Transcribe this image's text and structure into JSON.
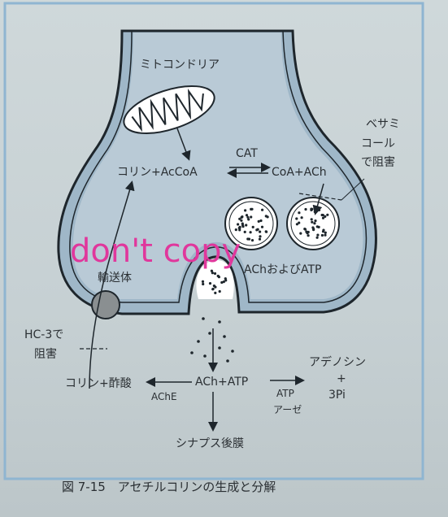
{
  "labels": {
    "mitochondria": "ミトコンドリア",
    "choline_accoa": "コリン+AcCoA",
    "cat": "CAT",
    "coa_ach": "CoA+ACh",
    "vesamicol_1": "ベサミ",
    "vesamicol_2": "コール",
    "vesamicol_3": "で阻害",
    "vesicle_content": "AChおよびATP",
    "transporter": "輸送体",
    "hc3_1": "HC-3で",
    "hc3_2": "阻害",
    "choline_acetate": "コリン+酢酸",
    "ache": "AChE",
    "ach_atp": "ACh+ATP",
    "atpase_1": "ATP",
    "atpase_2": "アーゼ",
    "adenosine": "アデノシン",
    "plus": "+",
    "three_pi": "3Pi",
    "postsynaptic": "シナプス後膜",
    "caption": "図 7-15　アセチルコリンの生成と分解"
  },
  "watermark": "don't copy",
  "colors": {
    "terminal_fill": "#9fb7c8",
    "membrane": "#1e262c",
    "background": "#cbd5d8",
    "frame": "#8fb5d1",
    "watermark": "#e0379c"
  }
}
